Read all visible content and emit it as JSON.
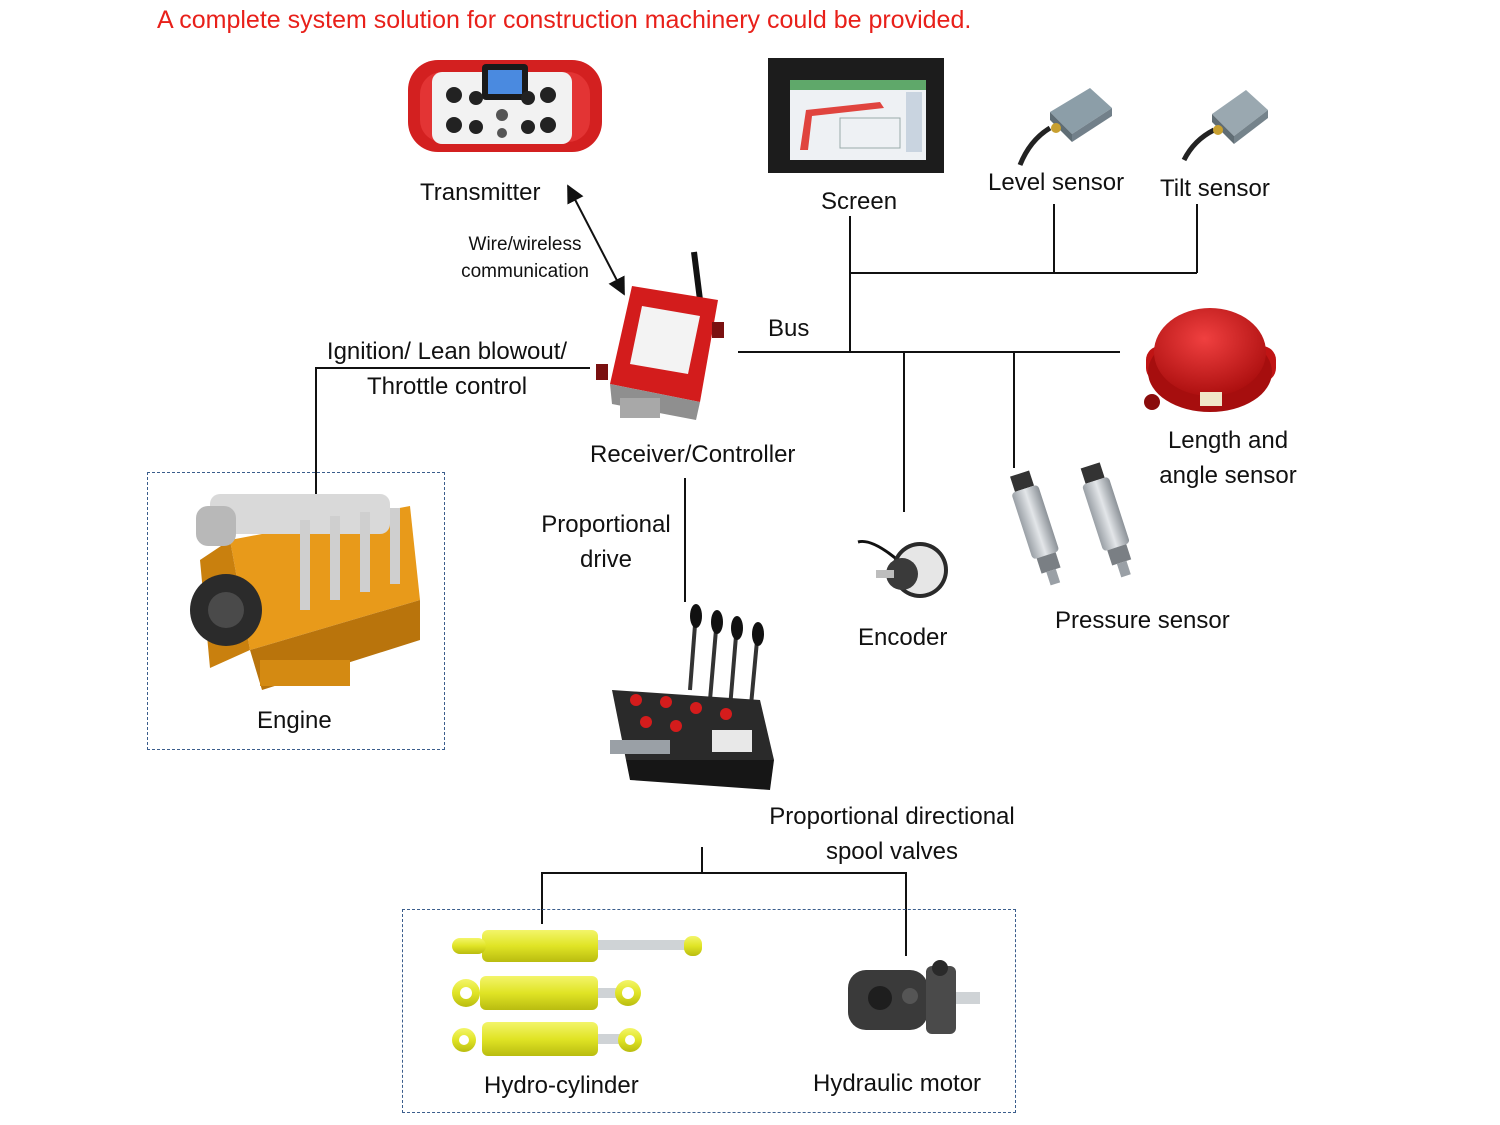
{
  "title": "A complete system solution for construction machinery could be provided.",
  "nodes": {
    "transmitter": "Transmitter",
    "screen": "Screen",
    "level_sensor": "Level sensor",
    "tilt_sensor": "Tilt sensor",
    "receiver": "Receiver/Controller",
    "length_angle_sensor": [
      "Length and",
      "angle sensor"
    ],
    "encoder": "Encoder",
    "pressure_sensor": "Pressure sensor",
    "engine": "Engine",
    "valves": [
      "Proportional directional",
      "spool valves"
    ],
    "hydro_cylinder": "Hydro-cylinder",
    "hydraulic_motor": "Hydraulic motor"
  },
  "edges": {
    "wireless": [
      "Wire/wireless",
      "communication"
    ],
    "bus": "Bus",
    "engine_control": [
      "Ignition/ Lean blowout/",
      "Throttle control"
    ],
    "proportional_drive": [
      "Proportional",
      "drive"
    ]
  },
  "colors": {
    "title": "#e8201a",
    "device_red": "#d81e1e",
    "cylinder_yellow": "#e6ea2a",
    "engine_orange": "#f0a020",
    "box_border": "#3b5d8c"
  }
}
